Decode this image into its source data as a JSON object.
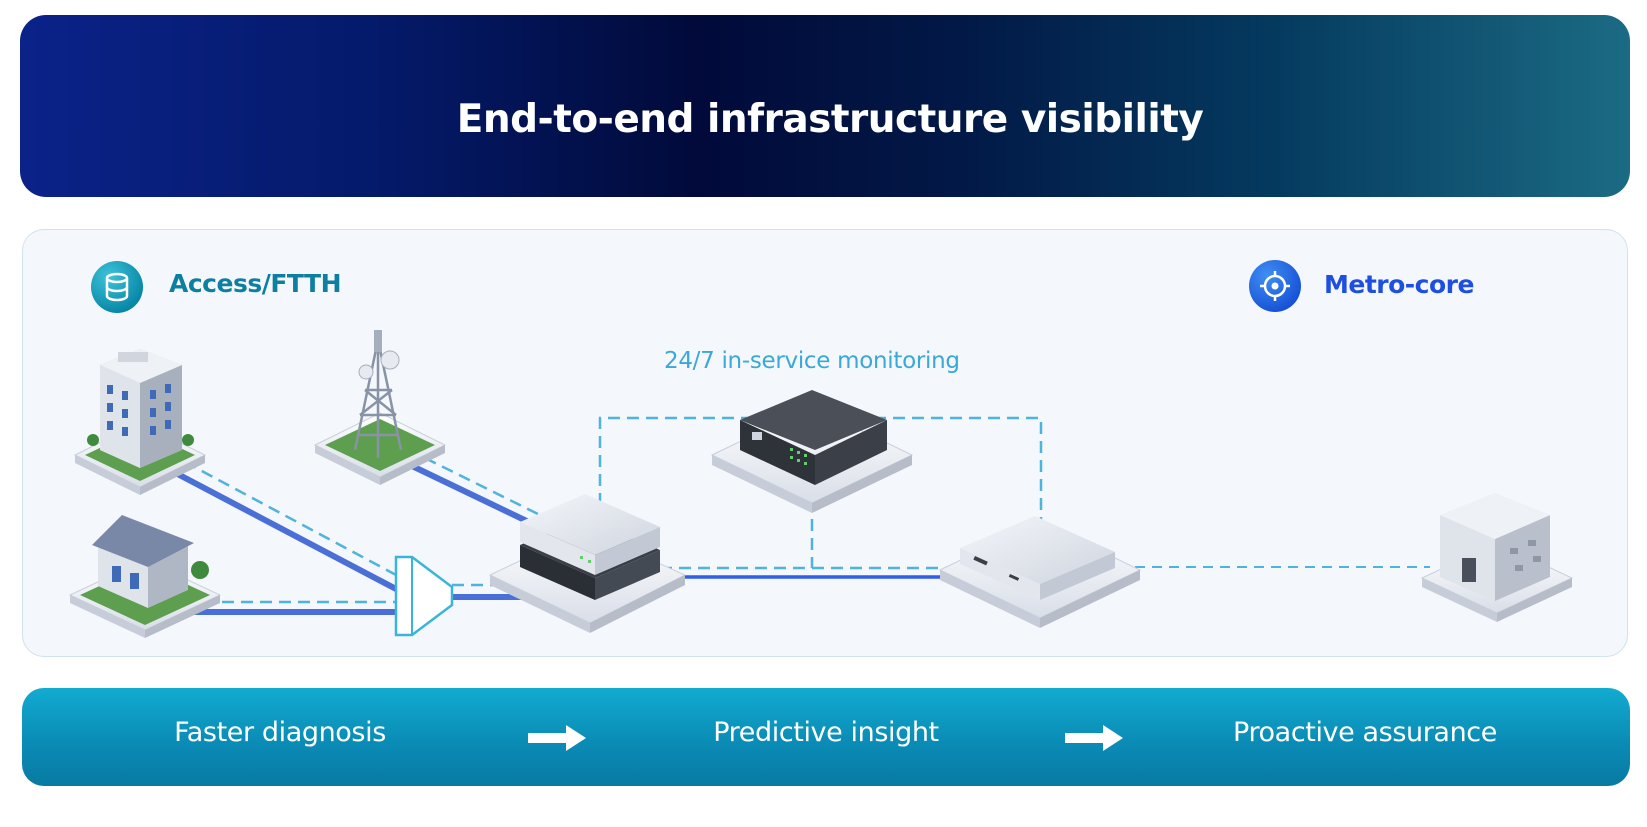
{
  "banner": {
    "title": "End-to-end infrastructure visibility"
  },
  "sections": {
    "access_label": "Access/FTTH",
    "metro_label": "Metro-core",
    "access_icon": "database-icon",
    "metro_icon": "target-icon"
  },
  "monitoring": {
    "label": "24/7 in-service monitoring"
  },
  "flow": {
    "steps": [
      "Faster diagnosis",
      "Predictive insight",
      "Proactive assurance"
    ],
    "arrow_icon": "arrow-right-icon"
  },
  "colors": {
    "link_solid": "#4a6fd6",
    "link_dashed": "#4fb3de",
    "metro_link": "#2f5fe6",
    "access_accent": "#0e7fa0",
    "metro_accent": "#1f4fe0",
    "flow_bar": "#0a8cb6"
  }
}
